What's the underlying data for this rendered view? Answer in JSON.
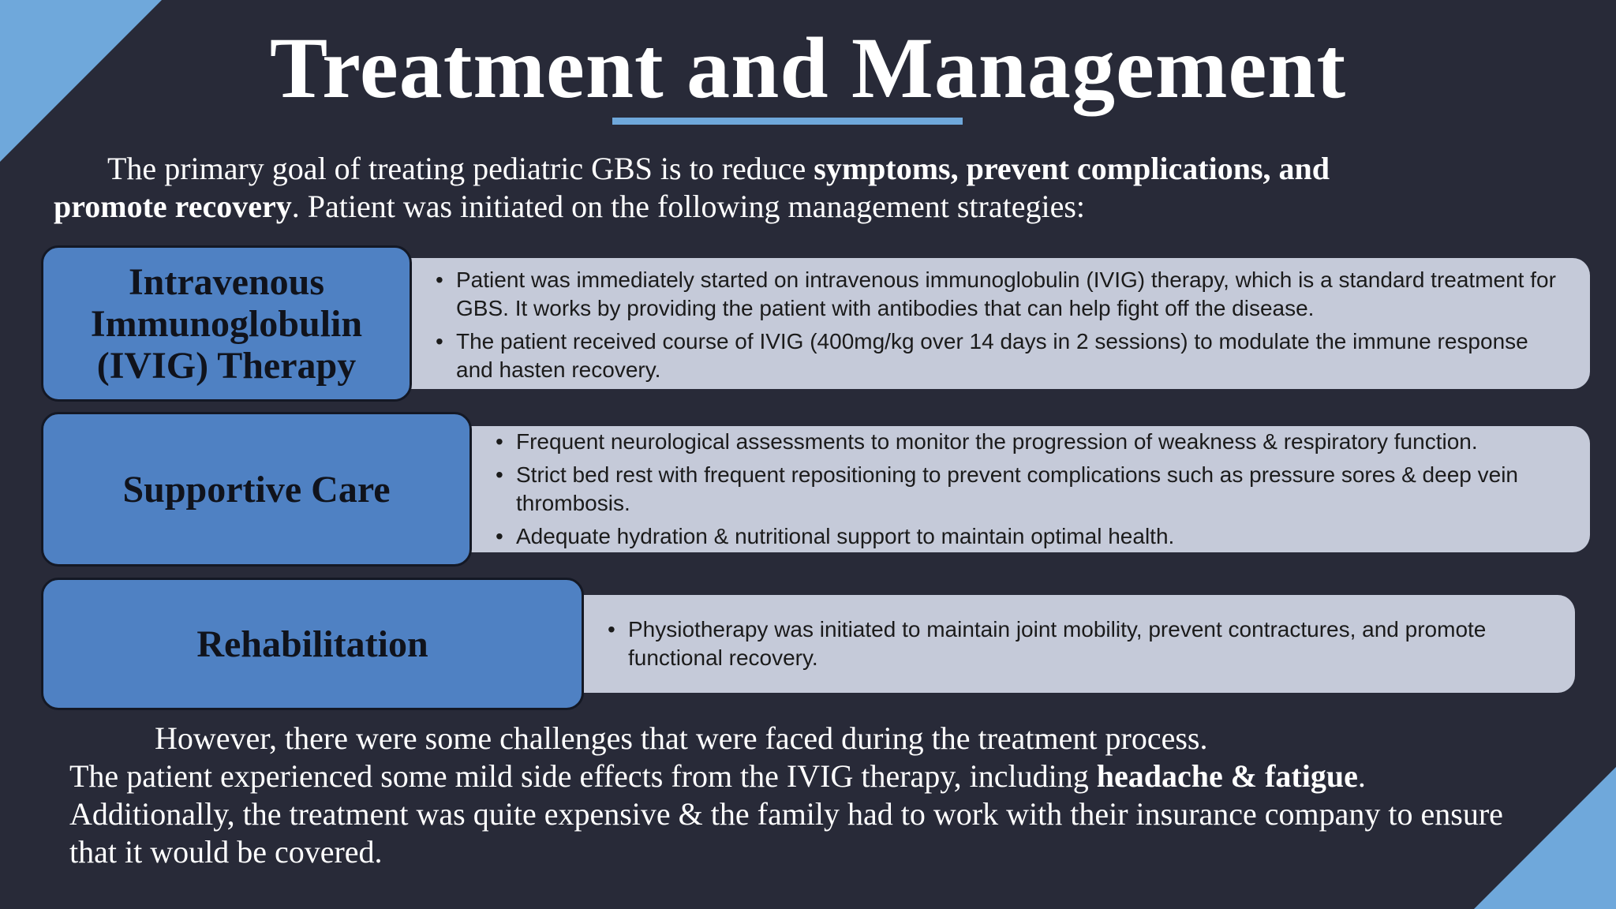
{
  "title": "Treatment and Management",
  "intro": {
    "lead": "The primary goal of treating pediatric GBS is to reduce ",
    "bold_a": "symptoms, prevent complications, and",
    "bold_b": "promote recovery",
    "tail": ".  Patient was initiated on the following management strategies:"
  },
  "sections": [
    {
      "label": "Intravenous Immunoglobulin (IVIG) Therapy",
      "bullets": [
        "Patient was immediately started on intravenous immunoglobulin  (IVIG) therapy, which is a standard treatment for GBS.  It works by providing the patient with antibodies that can help  fight off  the disease.",
        " The patient received  course of  IVIG (400mg/kg over 14 days in 2 sessions) to modulate  the immune response and  hasten recovery."
      ]
    },
    {
      "label": "Supportive Care",
      "bullets": [
        "Frequent neurological assessments to monitor the progression of  weakness & respiratory function.",
        "Strict bed rest with frequent repositioning to prevent complications such as pressure sores & deep vein thrombosis.",
        "Adequate hydration & nutritional support to maintain optimal health."
      ]
    },
    {
      "label": "Rehabilitation",
      "bullets": [
        "Physiotherapy was initiated to maintain joint mobility, prevent contractures, and promote functional  recovery."
      ]
    }
  ],
  "outro": {
    "line1": "However, there were some challenges that were faced during the treatment process.",
    "line2_lead": " The patient experienced some mild side effects from the IVIG therapy, including ",
    "line2_bold": "headache &  fatigue",
    "line2_tail": ".",
    "line3": "Additionally, the treatment was quite expensive & the family had to work with their insurance company to ensure that it would be covered."
  },
  "colors": {
    "background": "#282a38",
    "accent": "#6fa8db",
    "label_box": "#4f81c3",
    "content_pill": "#c5cad9"
  }
}
